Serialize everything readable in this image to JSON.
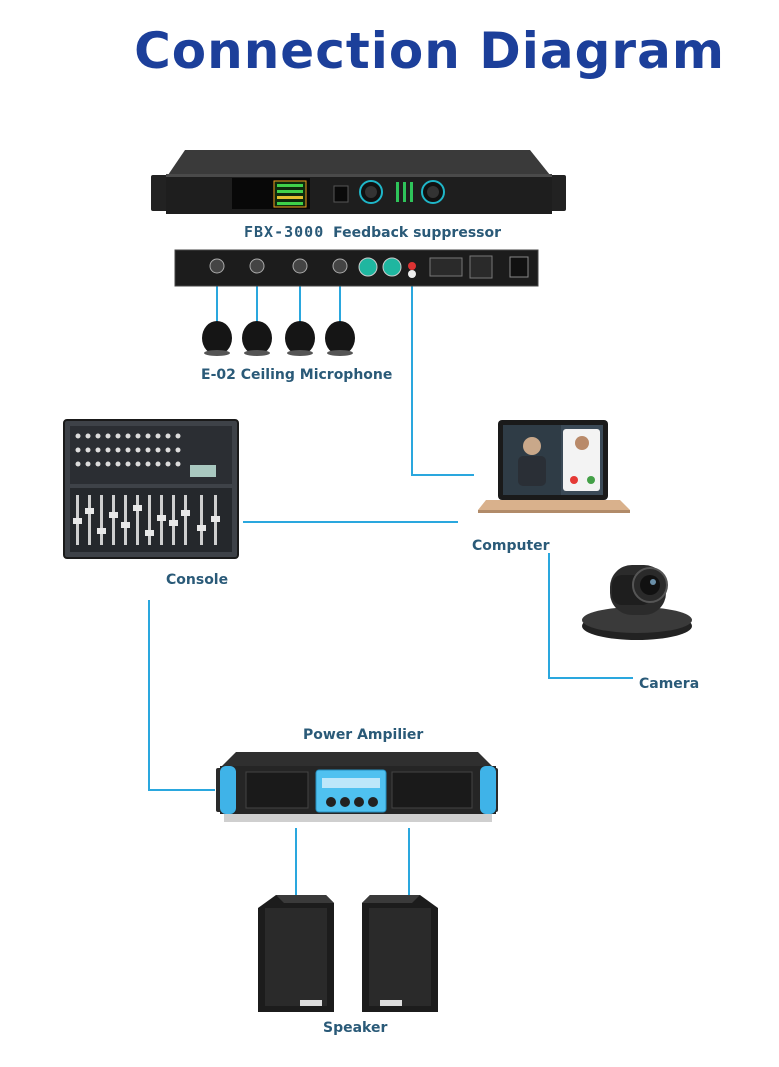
{
  "title": "Connection Diagram",
  "devices": {
    "fbx": {
      "model": "FBX-3000",
      "description": "Feedback suppressor"
    },
    "mic_label": "E-02 Ceiling Microphone",
    "console_label": "Console",
    "computer_label": "Computer",
    "camera_label": "Camera",
    "amp_label": "Power Ampilier",
    "speaker_label": "Speaker"
  },
  "colors": {
    "title": "#1c3f9a",
    "cable": "#2aa7de",
    "label": "#2a5a78",
    "amp_accent": "#3fb3e8"
  }
}
